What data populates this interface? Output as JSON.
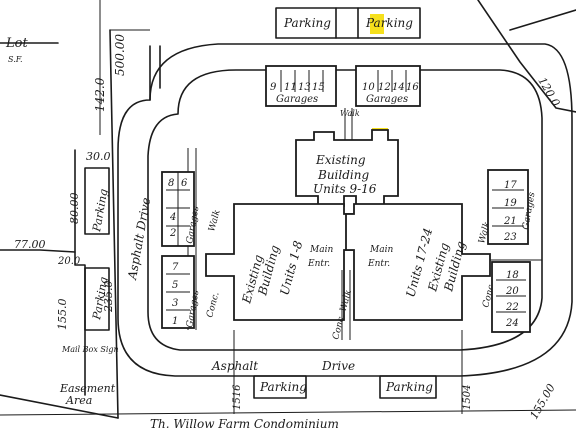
{
  "plan": {
    "lot": "Lot",
    "lot_sub": "S.F.",
    "parking": "Parking",
    "garages": "Garages",
    "garage_units_top_left": [
      "9",
      "11",
      "13",
      "15"
    ],
    "garage_units_top_right": [
      "10",
      "12",
      "14",
      "16"
    ],
    "garage_units_left_upper": [
      "8",
      "6",
      "4",
      "2"
    ],
    "garage_units_left_lower": [
      "7",
      "5",
      "3",
      "1"
    ],
    "garage_units_right_upper": [
      "17",
      "19",
      "21",
      "23"
    ],
    "garage_units_right_lower": [
      "18",
      "20",
      "22",
      "24"
    ],
    "existing": "Existing",
    "building": "Building",
    "units_center": "Units 9-16",
    "units_left": "Units 1-8",
    "units_right": "Units 17-24",
    "asphalt_drive": "Asphalt Drive",
    "asphalt": "Asphalt",
    "drive": "Drive",
    "walk": "Walk",
    "conc": "Conc.",
    "conc_walk": "Conc. Walk",
    "main_entr": "Main Entr.",
    "main": "Main",
    "entr": "Entr.",
    "walk_label": "Walk",
    "mail_box_sign": "Mail Box Sign",
    "easement": "Easement",
    "area": "Area",
    "dims": {
      "d142": "142.0",
      "d500": "500.00",
      "d300": "30.0",
      "d800": "80.00",
      "d770": "77.00",
      "d200": "20.0",
      "d1550": "155.0",
      "d2350": "235.0",
      "d1516": "1516",
      "d1504": "1504",
      "d120": "120.0",
      "d155b": "155.00"
    },
    "street": "Th. Willow Farm Condominium",
    "highlight_color": "#f6e01c"
  }
}
